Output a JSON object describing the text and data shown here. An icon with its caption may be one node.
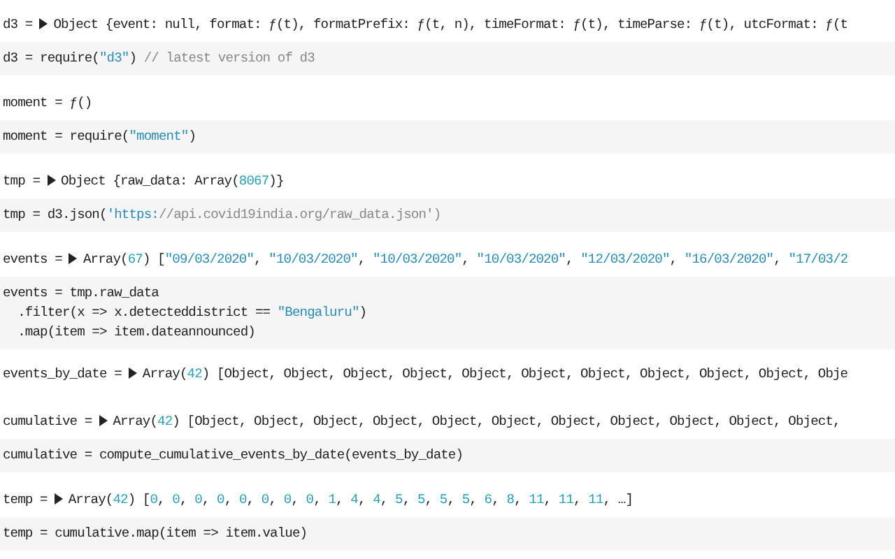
{
  "diagram": {
    "labels": [
      "d3 =",
      "Object {event: null, format: ƒ(t), formatPrefix: ƒ(t, n), timeFormat: ƒ(t), timeParse: ƒ(t), utcFormat: ƒ(t",
      "d3 = require(\"d3\") // latest version of d3",
      "moment = ƒ()",
      "moment = require(\"moment\")",
      "tmp =",
      "Object {raw_data: Array(8067)}",
      "tmp = d3.json('https://api.covid19india.org/raw_data.json')",
      "events =",
      "Array(67) [\"09/03/2020\", \"10/03/2020\", \"10/03/2020\", \"10/03/2020\", \"12/03/2020\", \"16/03/2020\", \"17/03/2",
      "events = tmp.raw_data",
      "  .filter(x => x.detecteddistrict == \"Bengaluru\")",
      "  .map(item => item.dateannounced)",
      "events_by_date =",
      "Array(42) [Object, Object, Object, Object, Object, Object, Object, Object, Object, Object, Obje",
      "cumulative =",
      "Array(42) [Object, Object, Object, Object, Object, Object, Object, Object, Object, Object, Object,",
      "cumulative = compute_cumulative_events_by_date(events_by_date)",
      "temp =",
      "Array(42) [0, 0, 0, 0, 0, 0, 0, 0, 1, 4, 4, 5, 5, 5, 5, 6, 8, 11, 11, 11, …]",
      "temp = cumulative.map(item => item.value)"
    ]
  }
}
